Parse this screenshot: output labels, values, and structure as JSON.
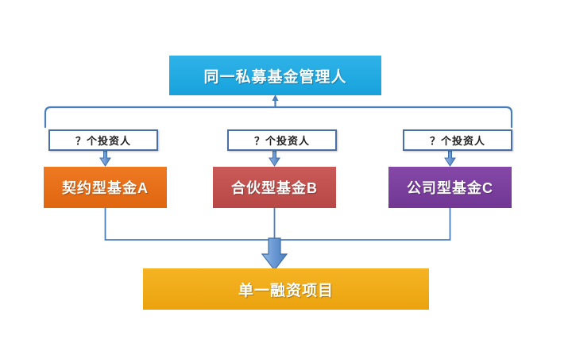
{
  "diagram": {
    "title_box": {
      "label": "同一私募基金管理人",
      "color": "#29ABE2"
    },
    "investor_labels": [
      {
        "label": "？个投资人"
      },
      {
        "label": "？个投资人"
      },
      {
        "label": "？个投资人"
      }
    ],
    "funds": [
      {
        "label": "契约型基金A",
        "color": "#E8701A"
      },
      {
        "label": "合伙型基金B",
        "color": "#C0504D"
      },
      {
        "label": "公司型基金C",
        "color": "#7B3F9E"
      }
    ],
    "project_box": {
      "label": "单一融资项目",
      "color": "#F0AC1A"
    },
    "connector_color": "#4A7EBB"
  }
}
